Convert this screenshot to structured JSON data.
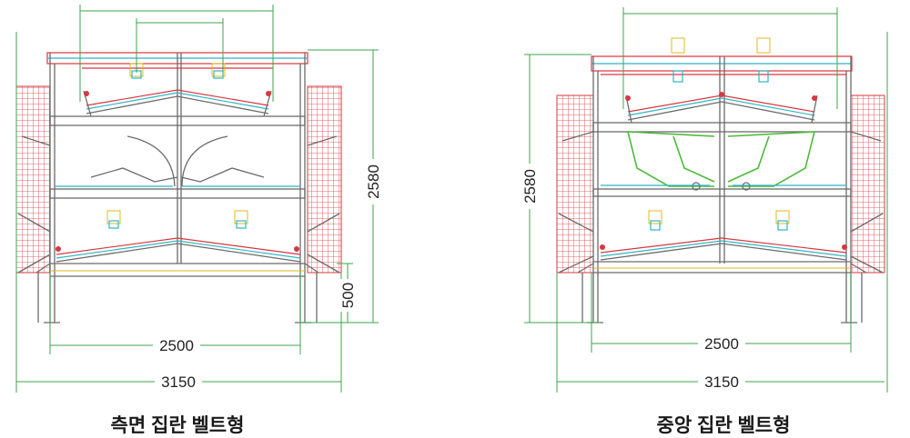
{
  "diagrams": [
    {
      "caption": "측면 집란 벨트형",
      "height_label": "2580",
      "leg_label": "500",
      "inner_width_label": "2500",
      "outer_width_label": "3150"
    },
    {
      "caption": "중앙 집란 벨트형",
      "height_label": "2580",
      "inner_width_label": "2500",
      "outer_width_label": "3150"
    }
  ],
  "colors": {
    "dimension": "#3fa34d",
    "grid": "#d9363e",
    "frame": "#6b6b6b",
    "belt": "#2fb5c8",
    "cage_center": "#4cbb3a"
  }
}
